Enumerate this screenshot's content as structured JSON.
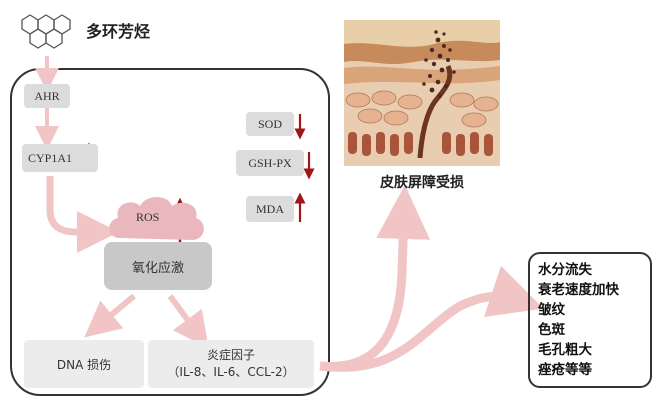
{
  "compound": {
    "name": "多环芳烃",
    "icon": "pyrene-structure-icon"
  },
  "pathway": {
    "ahr": "AHR",
    "cyp1a1": "CYP1A1",
    "ros": "ROS",
    "oxidative_stress": "氧化应激",
    "dna_damage": "DNA 损伤",
    "inflammatory_title": "炎症因子",
    "inflammatory_list": "（IL-8、IL-6、CCL-2）"
  },
  "enzymes": {
    "sod": "SOD",
    "gsh_px": "GSH-PX",
    "mda": "MDA"
  },
  "skin": {
    "caption": "皮肤屏障受损"
  },
  "effects": [
    "水分流失",
    "衰老速度加快",
    "皱纹",
    "色斑",
    "毛孔粗大",
    "痤疮等等"
  ],
  "colors": {
    "up_arrow": "#a01616",
    "down_arrow": "#a01616",
    "flow_arrow": "#f1c5c5",
    "box": "#dcdcdc"
  }
}
